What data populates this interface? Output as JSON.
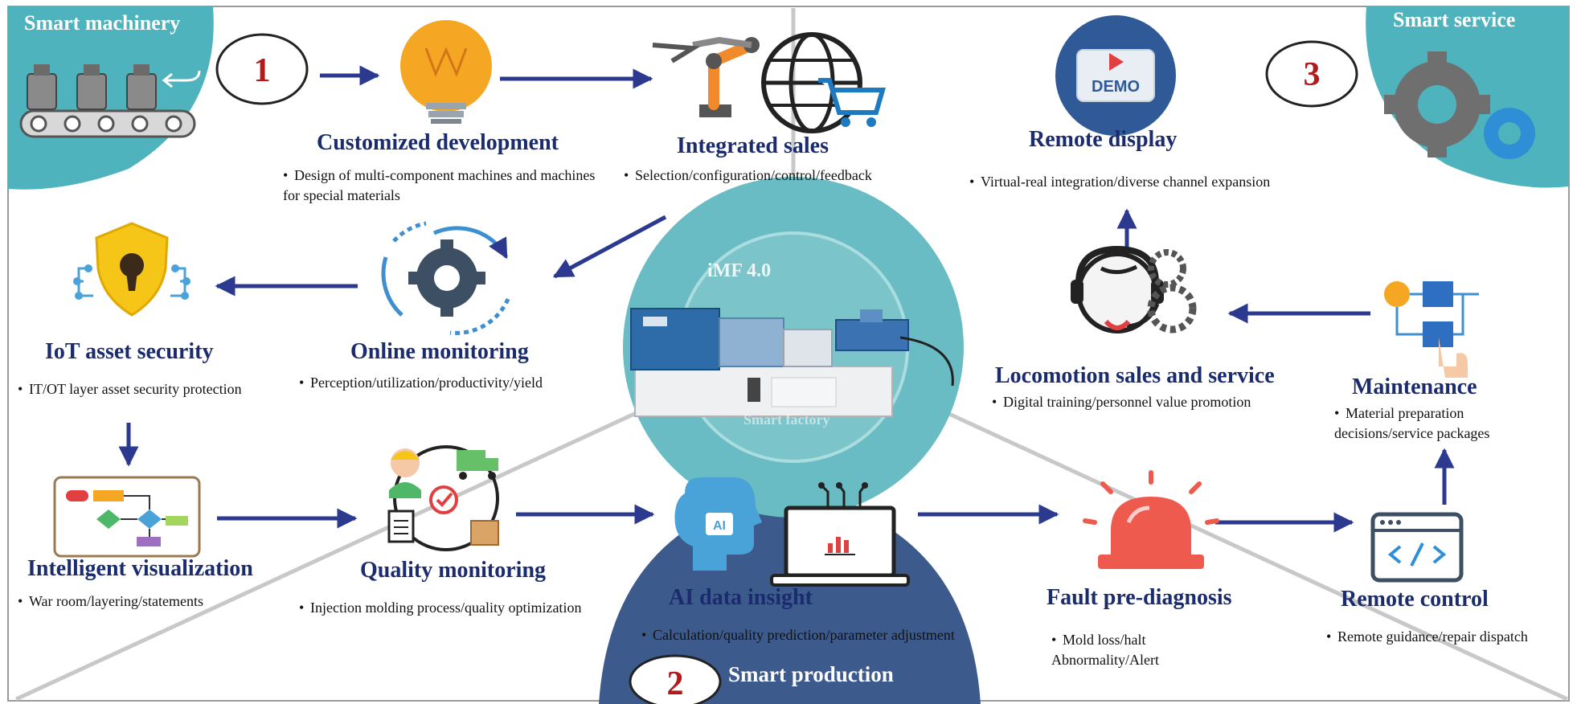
{
  "colors": {
    "teal": "#4fb3bd",
    "navy": "#2b3a8f",
    "title": "#1a2b6e",
    "hub_ring": "#69bcc4",
    "bottom_dome": "#3d5a8c",
    "number": "#b01c1c"
  },
  "corners": {
    "smart_machinery": "Smart machinery",
    "smart_service": "Smart service",
    "smart_production": "Smart production"
  },
  "numbers": [
    "1",
    "2",
    "3"
  ],
  "hub": {
    "title": "iMF 4.0",
    "subtitle": "Smart factory"
  },
  "nodes": {
    "customized_development": {
      "title": "Customized development",
      "bullet": "Design of multi-component machines and machines for special materials",
      "icon": "lightbulb-icon"
    },
    "integrated_sales": {
      "title": "Integrated sales",
      "bullet": "Selection/configuration/control/feedback",
      "icon": "robot-arm-globe-cart-icon"
    },
    "remote_display": {
      "title": "Remote display",
      "bullet": "Virtual-real integration/diverse channel expansion",
      "icon_label": "DEMO",
      "icon": "demo-screen-icon"
    },
    "iot_asset_security": {
      "title": "IoT asset security",
      "bullet": "IT/OT layer asset security protection",
      "icon": "shield-lock-icon"
    },
    "online_monitoring": {
      "title": "Online monitoring",
      "bullet": "Perception/utilization/productivity/yield",
      "icon": "gear-cycle-icon"
    },
    "locomotion_sales": {
      "title": "Locomotion sales and service",
      "bullet": "Digital training/personnel value promotion",
      "icon": "headset-agent-icon"
    },
    "maintenance": {
      "title": "Maintenance",
      "bullet": "Material preparation decisions/service packages",
      "icon": "flow-process-icon"
    },
    "intelligent_visualization": {
      "title": "Intelligent visualization",
      "bullet": "War room/layering/statements",
      "icon": "flowchart-icon"
    },
    "quality_monitoring": {
      "title": "Quality monitoring",
      "bullet": "Injection molding process/quality optimization",
      "icon": "quality-cycle-icon"
    },
    "ai_data_insight": {
      "title": "AI data insight",
      "bullet": "Calculation/quality prediction/parameter adjustment",
      "icon_label": "AI",
      "icon": "ai-head-laptop-icon"
    },
    "fault_prediagnosis": {
      "title": "Fault pre-diagnosis",
      "bullet_line1": "Mold loss/halt",
      "bullet_line2": "Abnormality/Alert",
      "icon": "alarm-siren-icon"
    },
    "remote_control": {
      "title": "Remote control",
      "bullet": "Remote guidance/repair dispatch",
      "icon": "code-window-icon"
    }
  }
}
